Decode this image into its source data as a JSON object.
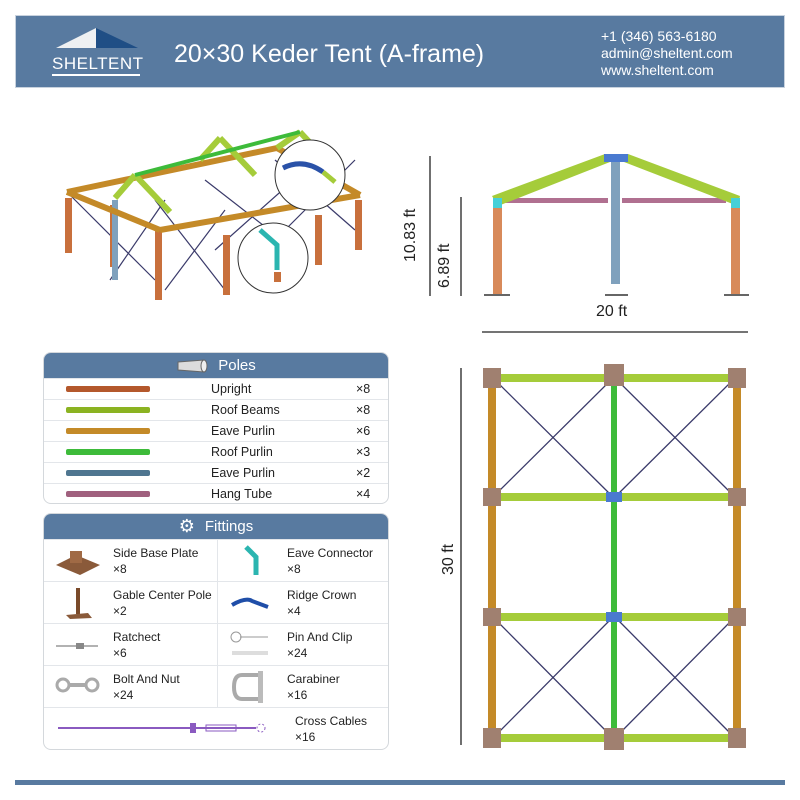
{
  "header": {
    "logo_text": "SHELTENT",
    "title": "20×30 Keder Tent (A-frame)",
    "phone": "+1 (346) 563-6180",
    "email": "admin@sheltent.com",
    "website": "www.sheltent.com"
  },
  "side_view": {
    "total_height": "10.83 ft",
    "eave_height": "6.89 ft",
    "width": "20 ft"
  },
  "plan_view": {
    "length": "30 ft"
  },
  "poles": {
    "title": "Poles",
    "icon": "pipe-icon",
    "items": [
      {
        "label": "Upright",
        "qty": "×8",
        "color": "#b4582c"
      },
      {
        "label": "Roof Beams",
        "qty": "×8",
        "color": "#8bb321"
      },
      {
        "label": "Eave Purlin",
        "qty": "×6",
        "color": "#c48a28"
      },
      {
        "label": "Roof Purlin",
        "qty": "×3",
        "color": "#3dbb3a"
      },
      {
        "label": "Eave Purlin",
        "qty": "×2",
        "color": "#4f7690"
      },
      {
        "label": "Hang Tube",
        "qty": "×4",
        "color": "#a0607e"
      }
    ]
  },
  "fittings": {
    "title": "Fittings",
    "icon": "gear-icon",
    "items": [
      {
        "label": "Side Base Plate",
        "qty": "×8"
      },
      {
        "label": "Eave Connector",
        "qty": "×8"
      },
      {
        "label": "Gable Center Pole",
        "qty": "×2"
      },
      {
        "label": "Ridge Crown",
        "qty": "×4"
      },
      {
        "label": "Ratchect",
        "qty": "×6"
      },
      {
        "label": "Pin And Clip",
        "qty": "×24"
      },
      {
        "label": "Bolt And Nut",
        "qty": "×24"
      },
      {
        "label": "Carabiner",
        "qty": "×16"
      }
    ],
    "wide": {
      "label": "Cross Cables",
      "qty": "×16"
    }
  },
  "colors": {
    "brand": "#587aa0",
    "upright": "#c8703c",
    "roof_beam": "#a5cc3a",
    "purlin": "#c48a28",
    "ridge": "#3dbb3a",
    "center_pole": "#7fa1bd",
    "hang_tube": "#b07090",
    "cable": "#3a3a6a"
  }
}
